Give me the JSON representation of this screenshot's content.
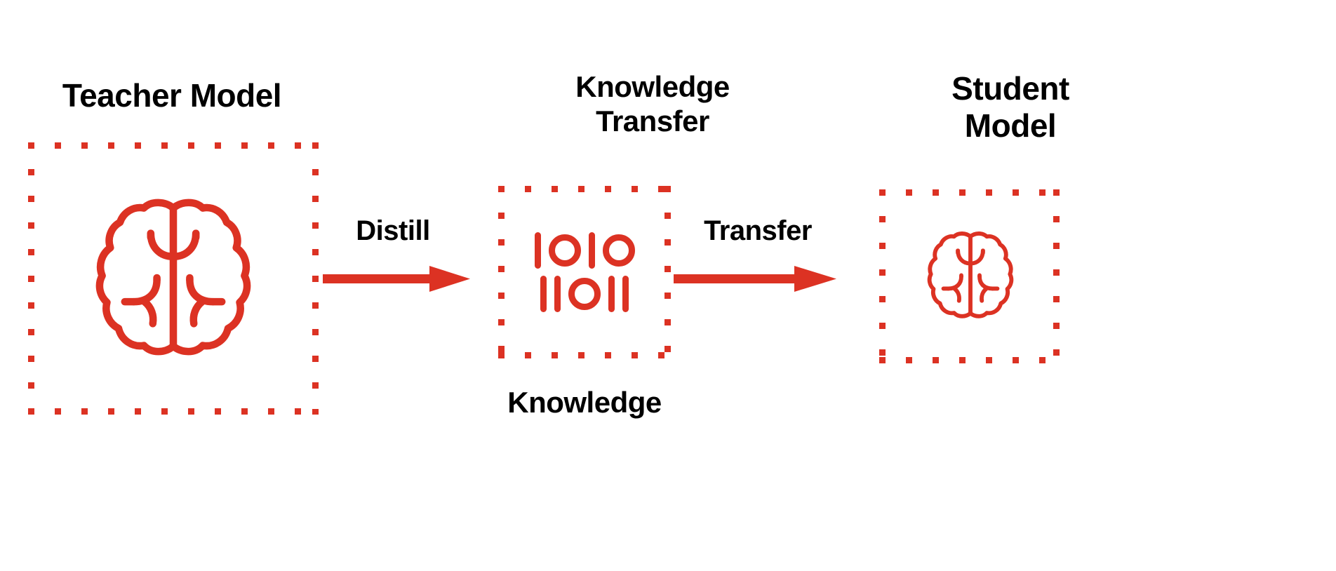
{
  "colors": {
    "accent": "#dc3223",
    "text": "#000000",
    "background": "#ffffff"
  },
  "diagram": {
    "title_hidden": "",
    "nodes": [
      {
        "id": "teacher",
        "label": "Teacher Model",
        "icon": "brain-icon",
        "box_style": "dotted"
      },
      {
        "id": "knowledge",
        "label_above": "Knowledge\nTransfer",
        "label_below": "Knowledge",
        "icon": "binary-code-icon",
        "box_style": "dotted",
        "binary_rows": [
          [
            "1",
            "0",
            "1",
            "0"
          ],
          [
            "1",
            "1",
            "0",
            "1",
            "1"
          ]
        ]
      },
      {
        "id": "student",
        "label": "Student\nModel",
        "icon": "brain-icon",
        "box_style": "dotted"
      }
    ],
    "edges": [
      {
        "id": "distill",
        "label": "Distill",
        "from": "teacher",
        "to": "knowledge"
      },
      {
        "id": "transfer",
        "label": "Transfer",
        "from": "knowledge",
        "to": "student"
      }
    ]
  }
}
